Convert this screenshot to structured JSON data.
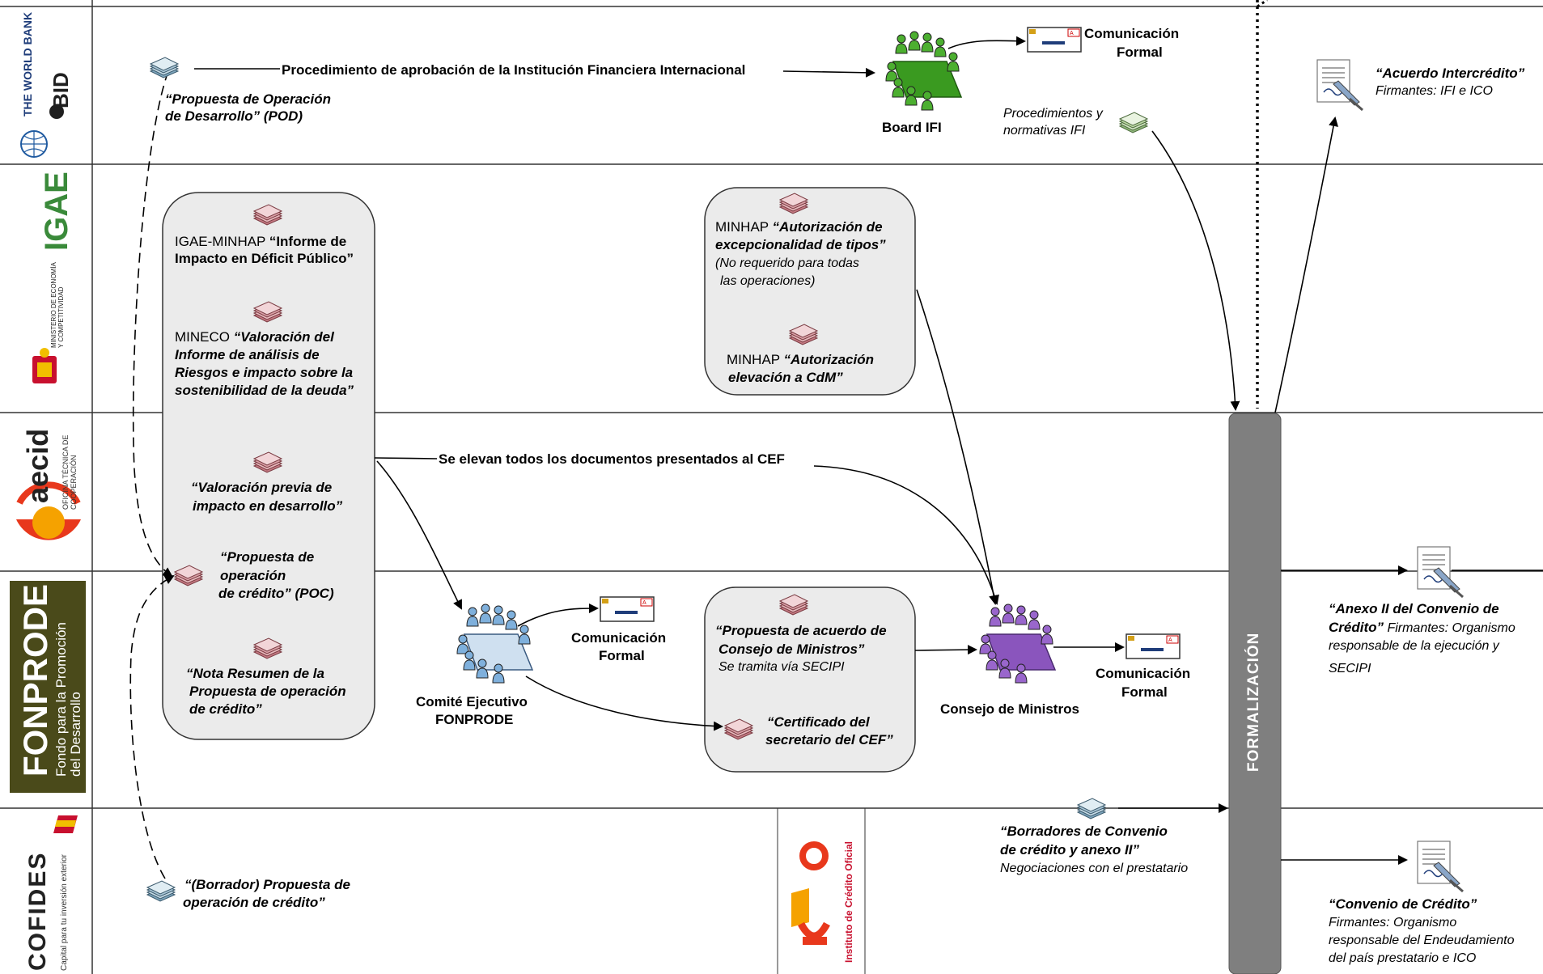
{
  "lanes": {
    "worldbank": {
      "logo_text_1": "THE WORLD BANK",
      "logo_text_2": "BID"
    },
    "igae": {
      "logo_text": "IGAE",
      "ministry_text": "MINISTERIO DE ECONOMÍA Y COMPETITIVIDAD"
    },
    "aecid": {
      "logo_text": "aecid",
      "sub_text": "OFICINA TÉCNICA DE COOPERACIÓN"
    },
    "fonprode": {
      "logo_text": "FONPRODE",
      "sub_text_1": "Fondo para la Promoción",
      "sub_text_2": "del Desarrollo"
    },
    "cofides": {
      "logo_text": "COFIDES",
      "sub_text": "Capital para tu inversión exterior"
    }
  },
  "ico_logo_text": "Instituto de Crédito Oficial",
  "labels": {
    "pod_1": "“Propuesta de Operación",
    "pod_2": "de Desarrollo” (POD)",
    "ifi_procedure": "Procedimiento de aprobación de la Institución Financiera Internacional",
    "board_ifi": "Board IFI",
    "com_formal_top_1": "Comunicación",
    "com_formal_top_2": "Formal",
    "proc_ifi_1": "Procedimientos y",
    "proc_ifi_2": "normativas IFI",
    "acuerdo_title": "“Acuerdo Intercrédito”",
    "acuerdo_sub": "Firmantes: IFI e ICO",
    "igae_pre": "IGAE-MINHAP ",
    "igae_title_1": "“Informe de",
    "igae_title_2": "Impacto en Déficit Público”",
    "mineco_pre": "MINECO ",
    "mineco_1": "“Valoración del",
    "mineco_2": "Informe de análisis de",
    "mineco_3": "Riesgos e impacto sobre la",
    "mineco_4": "sostenibilidad de la deuda”",
    "valoracion_1": "“Valoración previa de",
    "valoracion_2": "impacto en desarrollo”",
    "poc_1": "“Propuesta de",
    "poc_2": "operación",
    "poc_3": "de crédito” (POC)",
    "nota_1": "“Nota Resumen de la",
    "nota_2": "Propuesta de operación",
    "nota_3": "de crédito”",
    "minhap1_pre": "MINHAP ",
    "minhap1_1": "“Autorización de",
    "minhap1_2": "excepcionalidad de tipos”",
    "minhap1_3": "(No requerido para todas",
    "minhap1_4": "las operaciones)",
    "minhap2_pre": "MINHAP ",
    "minhap2_1": "“Autorización",
    "minhap2_2": "elevación a CdM”",
    "cef_label": "Se elevan todos los documentos presentados al CEF",
    "com_formal_mid_1": "Comunicación",
    "com_formal_mid_2": "Formal",
    "comite_1": "Comité Ejecutivo",
    "comite_2": "FONPRODE",
    "propuesta_cm_1": "“Propuesta de acuerdo de",
    "propuesta_cm_2": "Consejo de Ministros”",
    "propuesta_cm_3": "Se tramita vía SECIPI",
    "certificado_1": "“Certificado del",
    "certificado_2": "secretario del CEF”",
    "consejo": "Consejo de Ministros",
    "com_formal_right_1": "Comunicación",
    "com_formal_right_2": "Formal",
    "anexo_1": "“Anexo II del Convenio de",
    "anexo_2a": "Crédito”",
    "anexo_2b": " Firmantes: Organismo",
    "anexo_3": "responsable de la ejecución y",
    "anexo_4": "SECIPI",
    "borradores_1": "“Borradores de Convenio",
    "borradores_2": "de crédito y anexo II”",
    "borradores_3": "Negociaciones con el prestatario",
    "borrador_poc_1": "“(Borrador) Propuesta de",
    "borrador_poc_2": "operación de crédito”",
    "convenio_1": "“Convenio de Crédito”",
    "convenio_2": "Firmantes: Organismo",
    "convenio_3": "responsable del Endeudamiento",
    "convenio_4": "del país prestatario e ICO",
    "formalizacion": "FORMALIZACIÓN"
  },
  "colors": {
    "doc_pink": "#d9a0a6",
    "doc_blue": "#aac6d6",
    "doc_green": "#bcd7a4",
    "group_box": "#ebebeb",
    "bar": "#7f7f7f",
    "meeting_green": "#4caf30",
    "meeting_blue": "#7fb0dc",
    "meeting_purple": "#9966cc",
    "fonprode_bg": "#4a4a1a"
  }
}
